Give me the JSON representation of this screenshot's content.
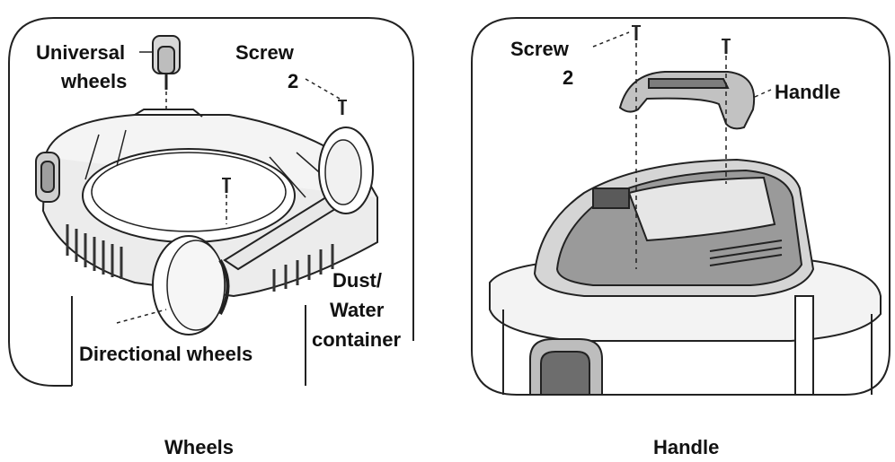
{
  "left_panel": {
    "label_universal_1": "Universal",
    "label_universal_2": "wheels",
    "label_screw_1": "Screw",
    "label_screw_2": "2",
    "label_dust_1": "Dust/",
    "label_dust_2": "Water",
    "label_dust_3": "container",
    "label_directional": "Directional wheels",
    "caption": "Wheels"
  },
  "right_panel": {
    "label_screw_1": "Screw",
    "label_screw_2": "2",
    "label_handle": "Handle",
    "caption": "Handle"
  },
  "colors": {
    "stroke": "#222222",
    "text": "#111111",
    "shade": "#9a9a9a"
  }
}
